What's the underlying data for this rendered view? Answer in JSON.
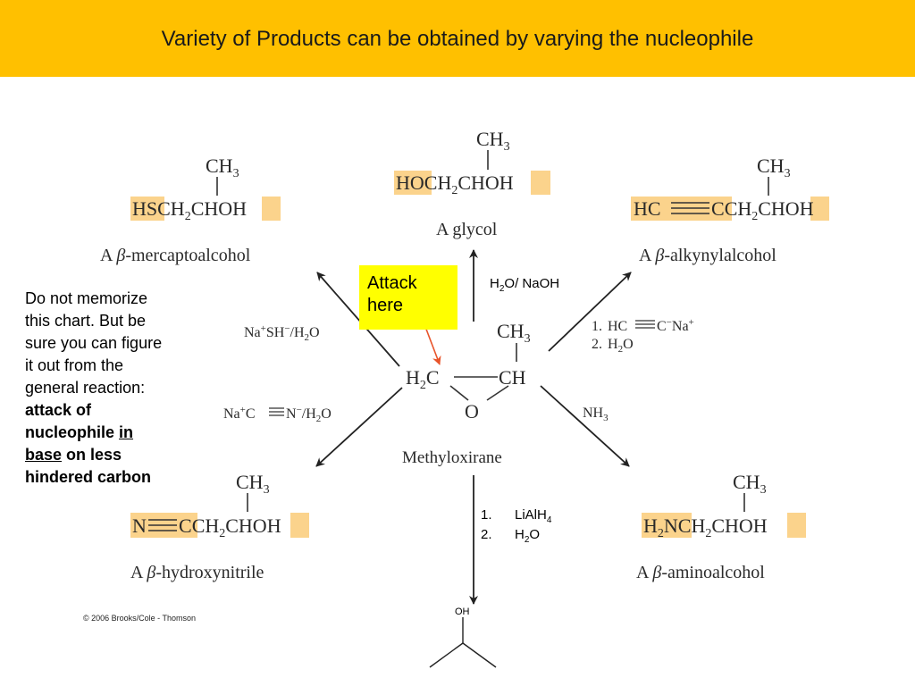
{
  "slide": {
    "title": "Variety of Products can be obtained by varying the nucleophile",
    "note": {
      "intro_line1": "Do not memorize",
      "intro_line2": "this chart.  But be",
      "intro_line3": "sure you can figure",
      "intro_line4": "it out from the",
      "intro_line5": "general reaction:",
      "bold1": "attack of",
      "bold2": "nucleophile",
      "underline1": "in",
      "underline2": "base",
      "bold3": "on less",
      "bold4": "hindered carbon"
    },
    "attack_box": {
      "line1": "Attack",
      "line2": "here"
    },
    "copyright": "© 2006 Brooks/Cole - Thomson",
    "colors": {
      "header": "#FFC000",
      "highlight": "#FBD38C",
      "attack_box": "#FFFF00",
      "attack_arrow": "#E8542A"
    }
  },
  "diagram": {
    "center": {
      "ch3": "CH",
      "ch3_sub": "3",
      "h2c": "H",
      "h2c_sub": "2",
      "h2c_c": "C",
      "ch": "CH",
      "o": "O",
      "name": "Methyloxirane"
    },
    "top": {
      "ch3": "CH",
      "ch3_sub": "3",
      "ho": "HO",
      "ch2": "CH",
      "ch2_sub": "2",
      "cho": "CHO",
      "h": "H",
      "name": "A glycol",
      "reagent": "H",
      "reagent_sub": "2",
      "reagent_rest": "O/ NaOH"
    },
    "top_left": {
      "ch3": "CH",
      "ch3_sub": "3",
      "hs": "HS",
      "ch2": "CH",
      "ch2_sub": "2",
      "cho": "CHO",
      "h": "H",
      "name_a": "A ",
      "name_beta": "β",
      "name_rest": "-mercaptoalcohol",
      "reagent_na": "Na",
      "reagent_sh": "SH",
      "reagent_h2o": "/H",
      "reagent_h2o_sub": "2",
      "reagent_o": "O"
    },
    "top_right": {
      "ch3": "CH",
      "ch3_sub": "3",
      "hc": "HC",
      "c": "C",
      "ch2": "CH",
      "ch2_sub": "2",
      "cho": "CHO",
      "h": "H",
      "name_a": "A ",
      "name_beta": "β",
      "name_rest": "-alkynylalcohol",
      "reagent1_num": "1.",
      "reagent1_hc": "HC",
      "reagent1_c": "C",
      "reagent1_na": "Na",
      "reagent2_num": "2.",
      "reagent2_h": "H",
      "reagent2_sub": "2",
      "reagent2_o": "O"
    },
    "bottom_left": {
      "ch3": "CH",
      "ch3_sub": "3",
      "n": "N",
      "c": "C",
      "ch2": "CH",
      "ch2_sub": "2",
      "cho": "CHO",
      "h": "H",
      "name_a": "A ",
      "name_beta": "β",
      "name_rest": "-hydroxynitrile",
      "reagent_na": "Na",
      "reagent_c": "C",
      "reagent_n": "N",
      "reagent_h2o": "/H",
      "reagent_sub": "2",
      "reagent_o": "O"
    },
    "bottom_right": {
      "ch3": "CH",
      "ch3_sub": "3",
      "h2n": "H",
      "h2n_sub": "2",
      "h2n_n": "N",
      "ch2": "CH",
      "ch2_sub": "2",
      "cho": "CHO",
      "h": "H",
      "name_a": "A ",
      "name_beta": "β",
      "name_rest": "-aminoalcohol",
      "reagent": "NH",
      "reagent_sub": "3"
    },
    "bottom": {
      "reagent1_num": "1.",
      "reagent1": "LiAlH",
      "reagent1_sub": "4",
      "reagent2_num": "2.",
      "reagent2": "H",
      "reagent2_sub": "2",
      "reagent2_o": "O",
      "oh": "OH"
    }
  }
}
